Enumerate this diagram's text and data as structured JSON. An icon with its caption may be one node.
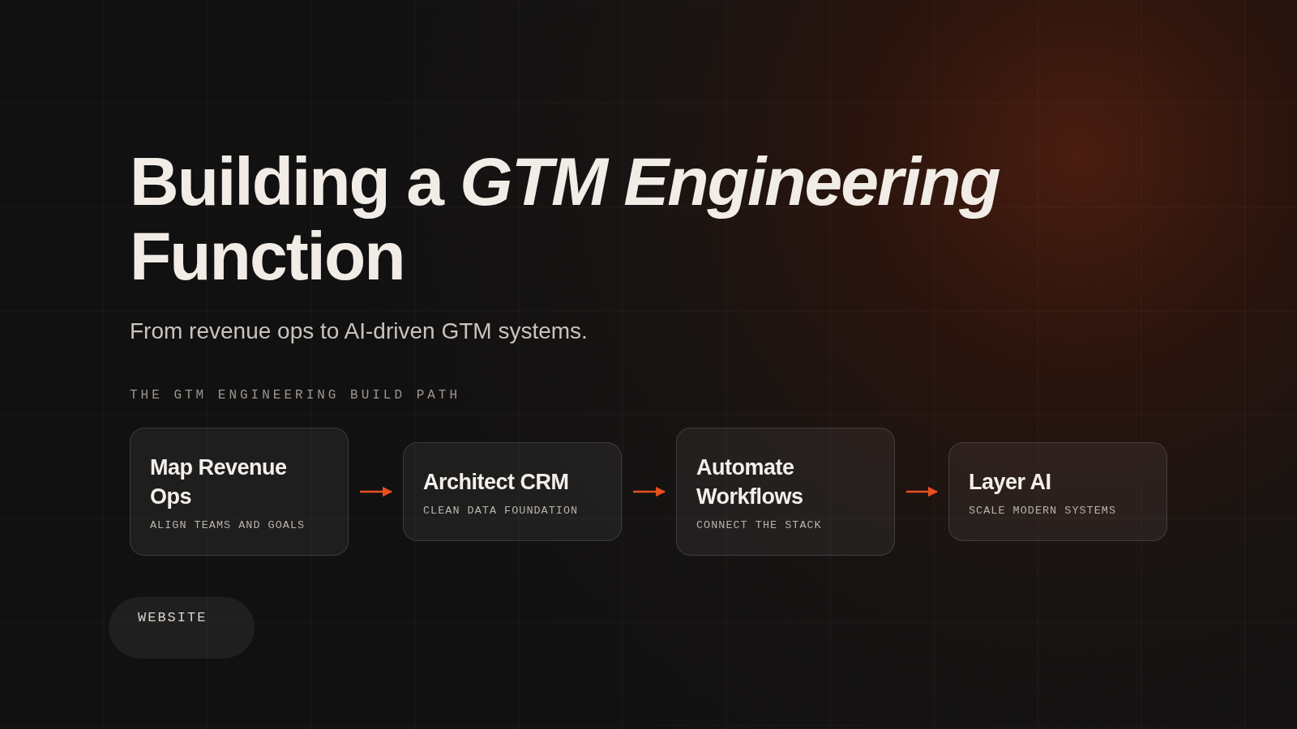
{
  "diagram": {
    "title": "Building a *GTM Engineering* Function",
    "nodes": [
      {
        "text": [
          "Map Revenue Ops",
          "ALIGN TEAMS AND GOALS"
        ]
      },
      {
        "text": [
          "Architect CRM",
          "CLEAN DATA FOUNDATION"
        ]
      },
      {
        "text": [
          "Automate Workflows",
          "CONNECT THE STACK"
        ]
      },
      {
        "text": [
          "Layer AI",
          "SCALE MODERN SYSTEMS"
        ]
      }
    ],
    "edges": [
      {
        "from": 0,
        "to": 1,
        "arrow": "to"
      },
      {
        "from": 1,
        "to": 2,
        "arrow": "to"
      },
      {
        "from": 2,
        "to": 3,
        "arrow": "to"
      }
    ],
    "labels": [
      "From revenue ops to AI-driven GTM systems.",
      "THE GTM ENGINEERING BUILD PATH",
      "WEBSITE"
    ]
  }
}
